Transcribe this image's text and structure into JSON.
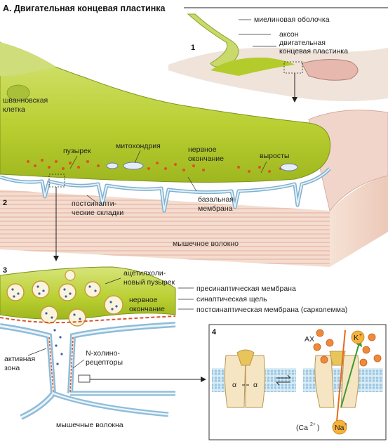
{
  "title": "А. Двигательная концевая пластинка",
  "panel_numbers": {
    "p1": "1",
    "p2": "2",
    "p3": "3",
    "p4": "4"
  },
  "labels": {
    "myelin": "миелиновая оболочка",
    "axon": "аксон",
    "endplate_l1": "двигательная",
    "endplate_l2": "концевая пластинка",
    "schwann_l1": "шванновская",
    "schwann_l2": "клетка",
    "vesicle": "пузырек",
    "mito": "митохондрия",
    "nerve_end_l1": "нервное",
    "nerve_end_l2": "окончание",
    "outgrowths": "выросты",
    "postsyn_l1": "постсинапти-",
    "postsyn_l2": "ческие складки",
    "basal_l1": "базальная",
    "basal_l2": "мембрана",
    "muscle_fiber": "мышечное волокно",
    "ach_l1": "ацетилхоли-",
    "ach_l2": "новый пузырек",
    "nerve_end3_l1": "нервное",
    "nerve_end3_l2": "окончание",
    "presyn": "пресинаптическая мембрана",
    "cleft": "синаптическая щель",
    "postsyn_mem": "постсинаптическая мембрана (сарколемма)",
    "active_l1": "активная",
    "active_l2": "зона",
    "nchol_l1": "N-холино-",
    "nchol_l2": "рецепторы",
    "muscle_fibers": "мышечные волокна",
    "ax": "АХ",
    "k": "K",
    "k_sup": "+",
    "na": "Na",
    "na_sup": "+",
    "ca": "(Ca",
    "ca_sup": "2+",
    "ca_close": ")",
    "alpha1": "α",
    "alpha2": "α"
  },
  "colors": {
    "nerve": "#b5cc2e",
    "nerve_light": "#dde89a",
    "muscle": "#f3d6c8",
    "membrane": "#8fbcd8",
    "vesicle_red": "#d8542a",
    "cell": "#f6e5c2",
    "bg_top": "#efe7de"
  }
}
